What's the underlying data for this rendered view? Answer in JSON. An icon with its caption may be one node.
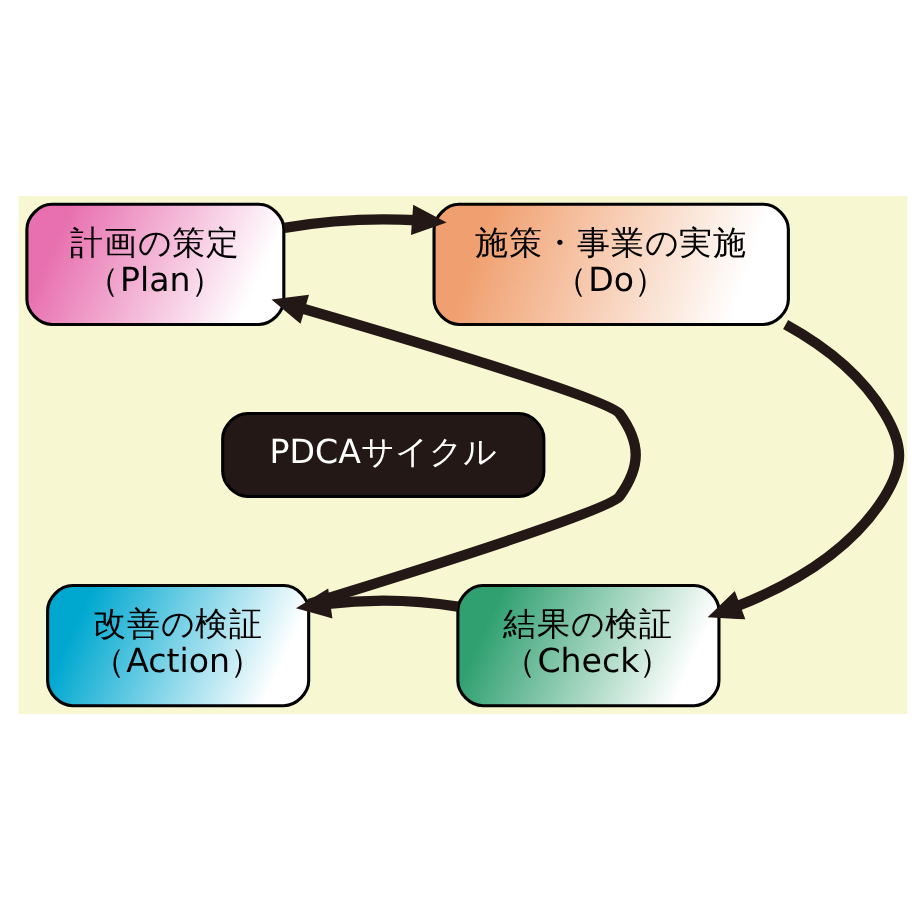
{
  "diagram": {
    "nodes": [
      {
        "text": [
          "計画の策定",
          "（Plan）"
        ]
      },
      {
        "text": [
          "施策・事業の実施",
          "（Do）"
        ]
      },
      {
        "text": [
          "PDCAサイクル"
        ]
      },
      {
        "text": [
          "改善の検証",
          "（Action）"
        ]
      },
      {
        "text": [
          "結果の検証",
          "（Check）"
        ]
      }
    ],
    "edges": [
      {
        "from": 0,
        "to": 1,
        "arrow": "to"
      },
      {
        "from": 1,
        "to": 4,
        "arrow": "to"
      },
      {
        "from": 4,
        "to": 3,
        "arrow": "to"
      },
      {
        "from": 3,
        "to": 0,
        "arrow": "to"
      }
    ]
  }
}
